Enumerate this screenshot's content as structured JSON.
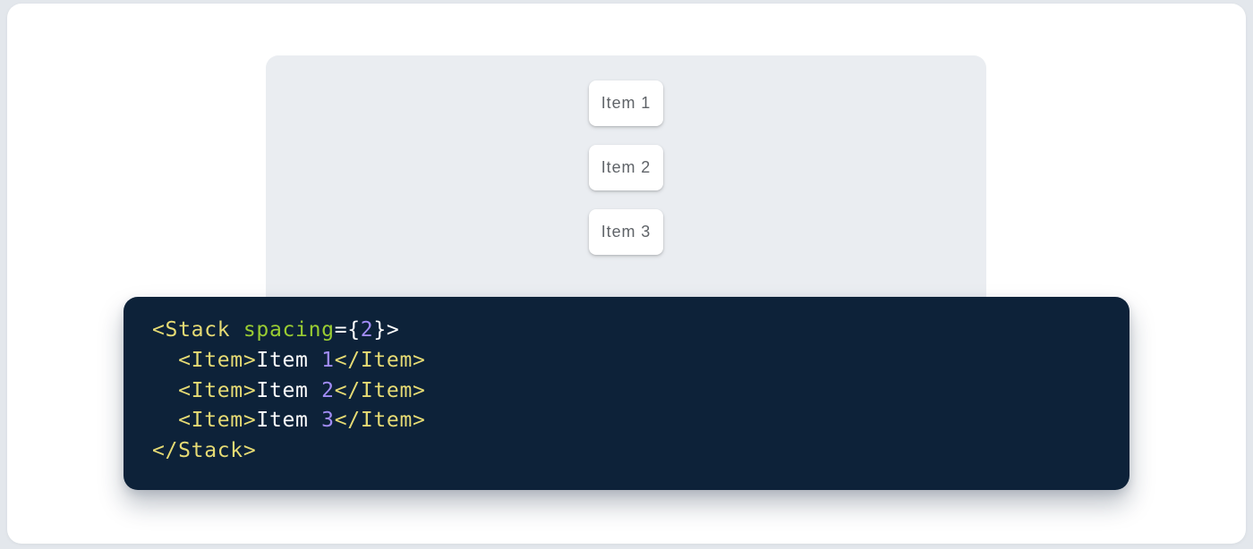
{
  "page": {
    "outer_bg": "#E3E7EC",
    "card_bg": "#FFFFFF"
  },
  "preview": {
    "bg": "#EAEDF1",
    "item_text_color": "#5F6368",
    "items": [
      {
        "label": "Item 1"
      },
      {
        "label": "Item 2"
      },
      {
        "label": "Item 3"
      }
    ]
  },
  "code": {
    "bg": "#0D2239",
    "token_colors": {
      "tag": "#E6DB74",
      "attr": "#9ACD32",
      "number": "#A18CF5",
      "punct": "#FFFFFF",
      "plain": "#FFFFFF"
    },
    "lines": [
      [
        {
          "text": "<Stack ",
          "token": "tag"
        },
        {
          "text": "spacing",
          "token": "attr"
        },
        {
          "text": "={",
          "token": "punct"
        },
        {
          "text": "2",
          "token": "number"
        },
        {
          "text": "}>",
          "token": "punct"
        }
      ],
      [
        {
          "text": "  ",
          "token": "plain"
        },
        {
          "text": "<Item>",
          "token": "tag"
        },
        {
          "text": "Item ",
          "token": "plain"
        },
        {
          "text": "1",
          "token": "number"
        },
        {
          "text": "</Item>",
          "token": "tag"
        }
      ],
      [
        {
          "text": "  ",
          "token": "plain"
        },
        {
          "text": "<Item>",
          "token": "tag"
        },
        {
          "text": "Item ",
          "token": "plain"
        },
        {
          "text": "2",
          "token": "number"
        },
        {
          "text": "</Item>",
          "token": "tag"
        }
      ],
      [
        {
          "text": "  ",
          "token": "plain"
        },
        {
          "text": "<Item>",
          "token": "tag"
        },
        {
          "text": "Item ",
          "token": "plain"
        },
        {
          "text": "3",
          "token": "number"
        },
        {
          "text": "</Item>",
          "token": "tag"
        }
      ],
      [
        {
          "text": "</Stack>",
          "token": "tag"
        }
      ]
    ]
  }
}
